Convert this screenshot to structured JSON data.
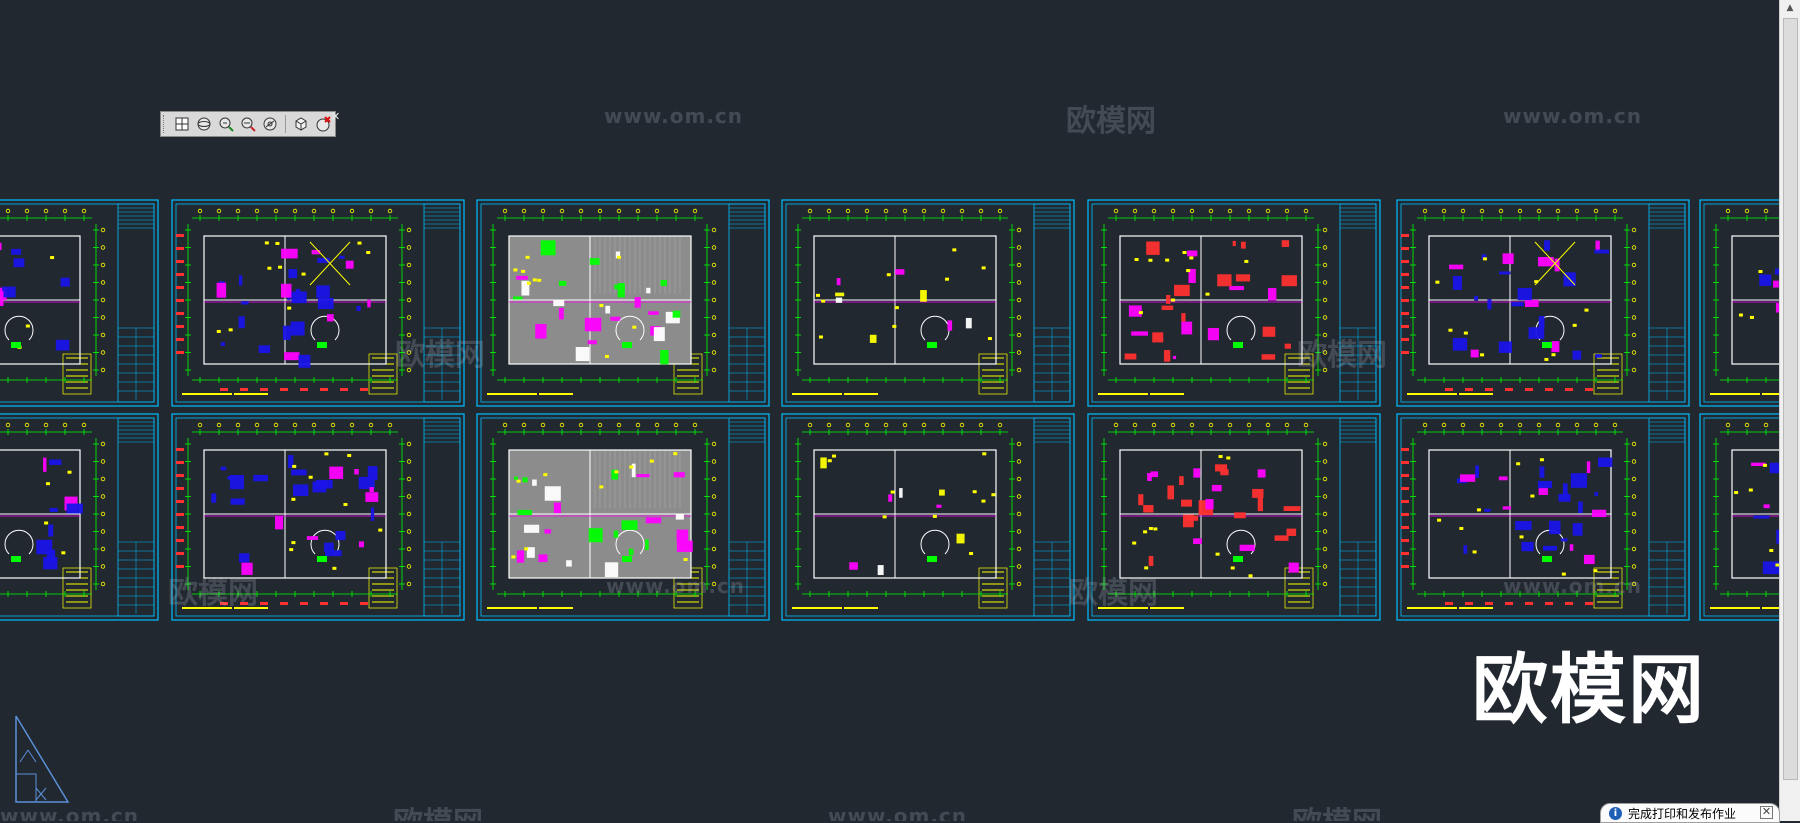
{
  "toolbar": {
    "buttons": [
      "3d-orbit-icon",
      "constrained-orbit-icon",
      "zoom-in-icon",
      "zoom-out-icon",
      "pan-icon",
      "view-cube-icon",
      "close-view-icon"
    ]
  },
  "watermarks": {
    "url_text": "www.om.cn",
    "cn_text": "欧模网",
    "big_text": "欧模网"
  },
  "notification": {
    "text": "完成打印和发布作业"
  },
  "sheet_grid": {
    "rows": 2,
    "columns_visible": 7,
    "frame_color": "#00bfff",
    "drawing_colors": [
      "#ffff00",
      "#00ff00",
      "#ff0000",
      "#0000ff",
      "#ff00ff",
      "#ffffff",
      "#00ffff"
    ]
  },
  "colors": {
    "canvas_background": "#212830",
    "frame": "#00bfff",
    "grid_marker": "#ffff00",
    "axis": "#00ff00",
    "wall": "#ffffff",
    "fill_blue": "#1a14e8",
    "fill_magenta": "#ff00ff",
    "fill_red": "#ff3030",
    "fill_gray": "#8c8c8c"
  }
}
